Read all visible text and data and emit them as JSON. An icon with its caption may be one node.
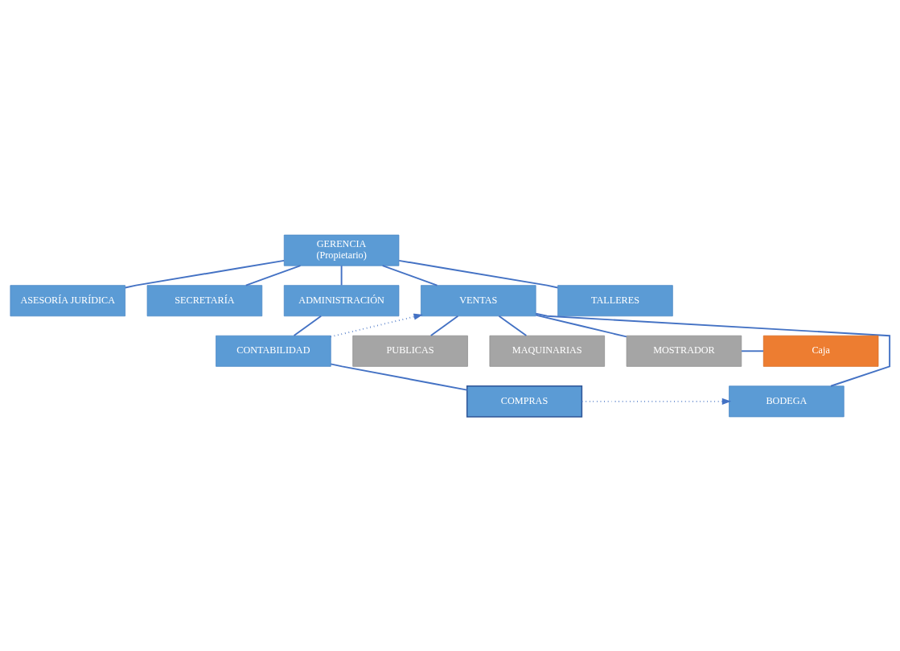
{
  "diagram": {
    "nodes": [
      {
        "text": [
          "GERENCIA",
          "(Propietario)"
        ]
      },
      {
        "text": [
          "ASESORÍA JURÍDICA"
        ]
      },
      {
        "text": [
          "SECRETARÍA"
        ]
      },
      {
        "text": [
          "ADMINISTRACIÓN"
        ]
      },
      {
        "text": [
          "VENTAS"
        ]
      },
      {
        "text": [
          "TALLERES"
        ]
      },
      {
        "text": [
          "CONTABILIDAD"
        ]
      },
      {
        "text": [
          "PUBLICAS"
        ]
      },
      {
        "text": [
          "MAQUINARIAS"
        ]
      },
      {
        "text": [
          "MOSTRADOR"
        ]
      },
      {
        "text": [
          "Caja"
        ]
      },
      {
        "text": [
          "COMPRAS"
        ]
      },
      {
        "text": [
          "BODEGA"
        ]
      }
    ],
    "edges": [
      {
        "from": 0,
        "to": 1,
        "arrow": "none"
      },
      {
        "from": 0,
        "to": 2,
        "arrow": "none"
      },
      {
        "from": 0,
        "to": 3,
        "arrow": "none"
      },
      {
        "from": 0,
        "to": 4,
        "arrow": "none"
      },
      {
        "from": 0,
        "to": 5,
        "arrow": "none"
      },
      {
        "from": 3,
        "to": 6,
        "arrow": "none"
      },
      {
        "from": 6,
        "to": 4,
        "arrow": "to",
        "style": "dashed"
      },
      {
        "from": 6,
        "to": 11,
        "arrow": "none"
      },
      {
        "from": 4,
        "to": 7,
        "arrow": "none"
      },
      {
        "from": 4,
        "to": 8,
        "arrow": "none"
      },
      {
        "from": 4,
        "to": 9,
        "arrow": "none"
      },
      {
        "from": 4,
        "to": 12,
        "arrow": "none"
      },
      {
        "from": 9,
        "to": 10,
        "arrow": "none"
      },
      {
        "from": 11,
        "to": 12,
        "arrow": "to",
        "style": "dashed"
      }
    ]
  }
}
